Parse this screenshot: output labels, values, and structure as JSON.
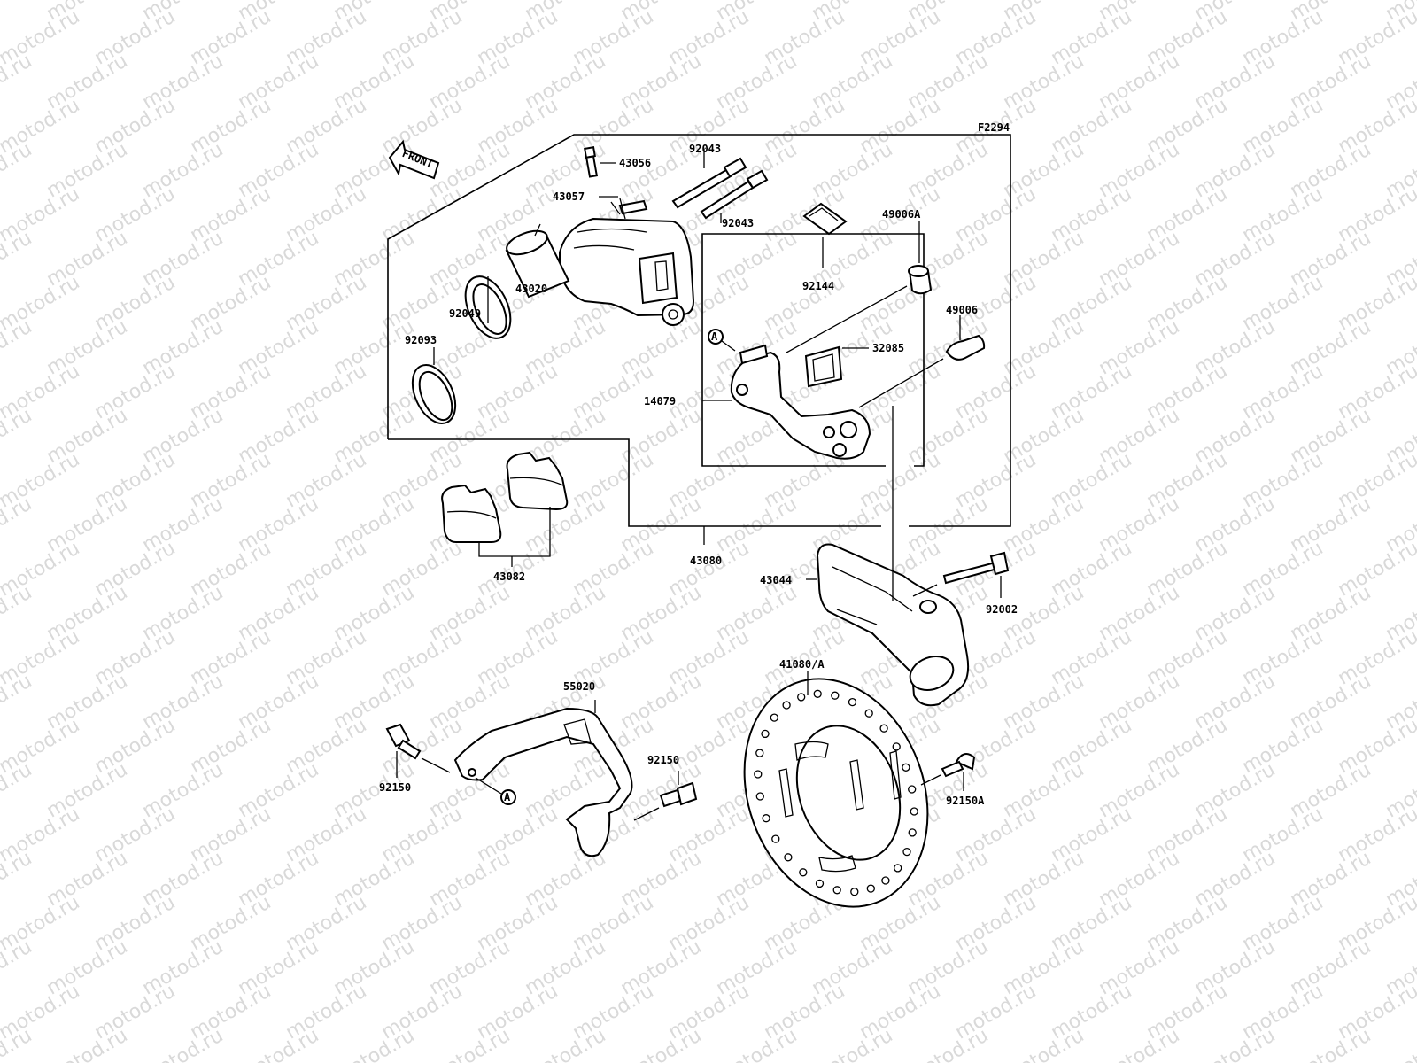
{
  "watermark": {
    "text": "motod.ru"
  },
  "figure_code": "F2294",
  "front_label": "FRONT",
  "ref_marker": "A",
  "parts": [
    {
      "id": "p43056",
      "number": "43056"
    },
    {
      "id": "p43057",
      "number": "43057"
    },
    {
      "id": "p92043a",
      "number": "92043"
    },
    {
      "id": "p92043b",
      "number": "92043"
    },
    {
      "id": "p92144",
      "number": "92144"
    },
    {
      "id": "p49006A",
      "number": "49006A"
    },
    {
      "id": "p43020",
      "number": "43020"
    },
    {
      "id": "p92049",
      "number": "92049"
    },
    {
      "id": "p92093",
      "number": "92093"
    },
    {
      "id": "p49006",
      "number": "49006"
    },
    {
      "id": "p32085",
      "number": "32085"
    },
    {
      "id": "p14079",
      "number": "14079"
    },
    {
      "id": "p43080",
      "number": "43080"
    },
    {
      "id": "p43082",
      "number": "43082"
    },
    {
      "id": "p43044",
      "number": "43044"
    },
    {
      "id": "p92002",
      "number": "92002"
    },
    {
      "id": "p41080A",
      "number": "41080/A"
    },
    {
      "id": "p55020",
      "number": "55020"
    },
    {
      "id": "p92150a",
      "number": "92150"
    },
    {
      "id": "p92150b",
      "number": "92150"
    },
    {
      "id": "p92150A",
      "number": "92150A"
    }
  ]
}
